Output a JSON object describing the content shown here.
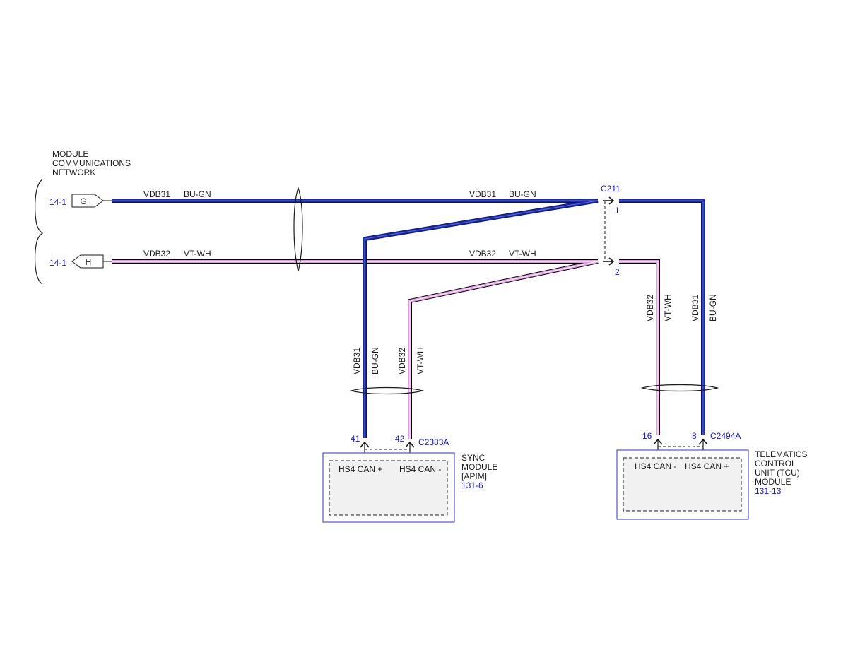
{
  "header": {
    "line1": "MODULE",
    "line2": "COMMUNICATIONS",
    "line3": "NETWORK"
  },
  "colors": {
    "bu_gn": "#1a2aa8",
    "vt_wh": "#e59ae5",
    "ref_text": "#1414d2",
    "module_border": "#5050e0"
  },
  "inputs": [
    {
      "ref": "14-1",
      "pin": "G"
    },
    {
      "ref": "14-1",
      "pin": "H"
    }
  ],
  "wires": {
    "w1": {
      "circuit": "VDB31",
      "color": "BU-GN"
    },
    "w2": {
      "circuit": "VDB32",
      "color": "VT-WH"
    }
  },
  "splice": {
    "name": "C211",
    "pin1": "1",
    "pin2": "2"
  },
  "sync_module": {
    "connector": "C2383A",
    "pin_a": "41",
    "pin_b": "42",
    "signal_a": "HS4 CAN +",
    "signal_b": "HS4 CAN -",
    "name": [
      "SYNC",
      "MODULE",
      "[APIM]"
    ],
    "ref": "131-6"
  },
  "tcu_module": {
    "connector": "C2494A",
    "pin_a": "16",
    "pin_b": "8",
    "signal_a": "HS4 CAN -",
    "signal_b": "HS4 CAN +",
    "name": [
      "TELEMATICS",
      "CONTROL",
      "UNIT (TCU)",
      "MODULE"
    ],
    "ref": "131-13"
  }
}
